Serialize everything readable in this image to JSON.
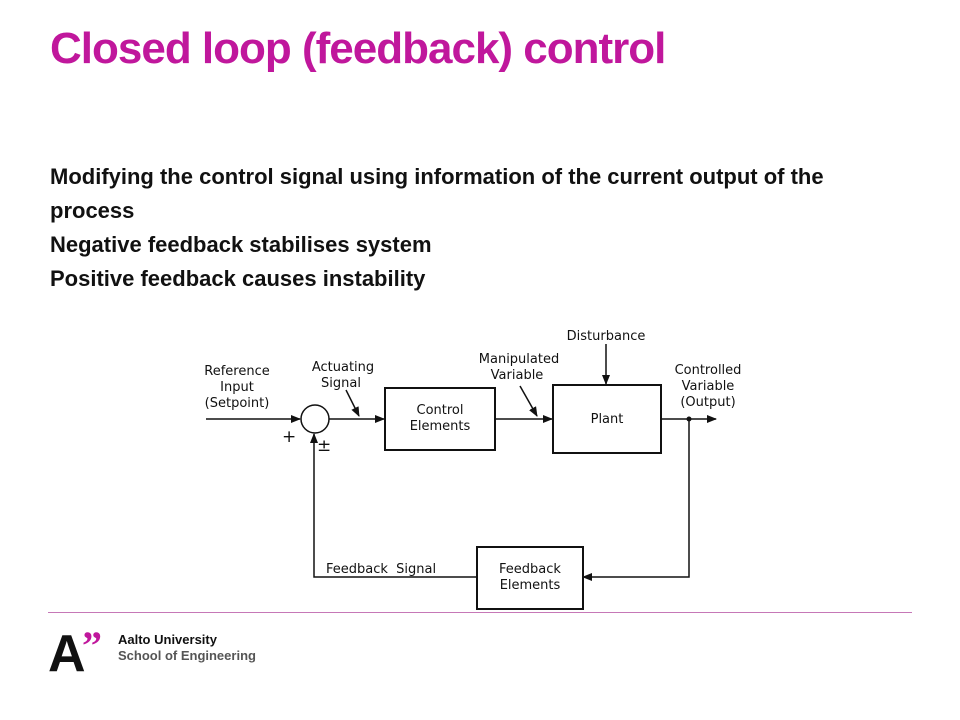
{
  "slide": {
    "title": "Closed loop (feedback) control",
    "bullets": [
      "Modifying the control signal using information of the current output of the process",
      "Negative feedback stabilises system",
      "Positive feedback causes instability"
    ]
  },
  "diagram": {
    "blocks": {
      "control": [
        "Control",
        "Elements"
      ],
      "plant": [
        "Plant"
      ],
      "feedback": [
        "Feedback",
        "Elements"
      ]
    },
    "labels": {
      "reference": [
        "Reference",
        "Input",
        "(Setpoint)"
      ],
      "actuating": [
        "Actuating",
        "Signal"
      ],
      "manipulated": [
        "Manipulated",
        "Variable"
      ],
      "disturbance": "Disturbance",
      "controlled": [
        "Controlled",
        "Variable",
        "(Output)"
      ],
      "feedback_signal": "Feedback  Signal",
      "plus": "+",
      "plus_minus": "±"
    }
  },
  "footer": {
    "logo_letter": "A",
    "logo_quote": "”",
    "university": "Aalto University",
    "school": "School of Engineering"
  }
}
